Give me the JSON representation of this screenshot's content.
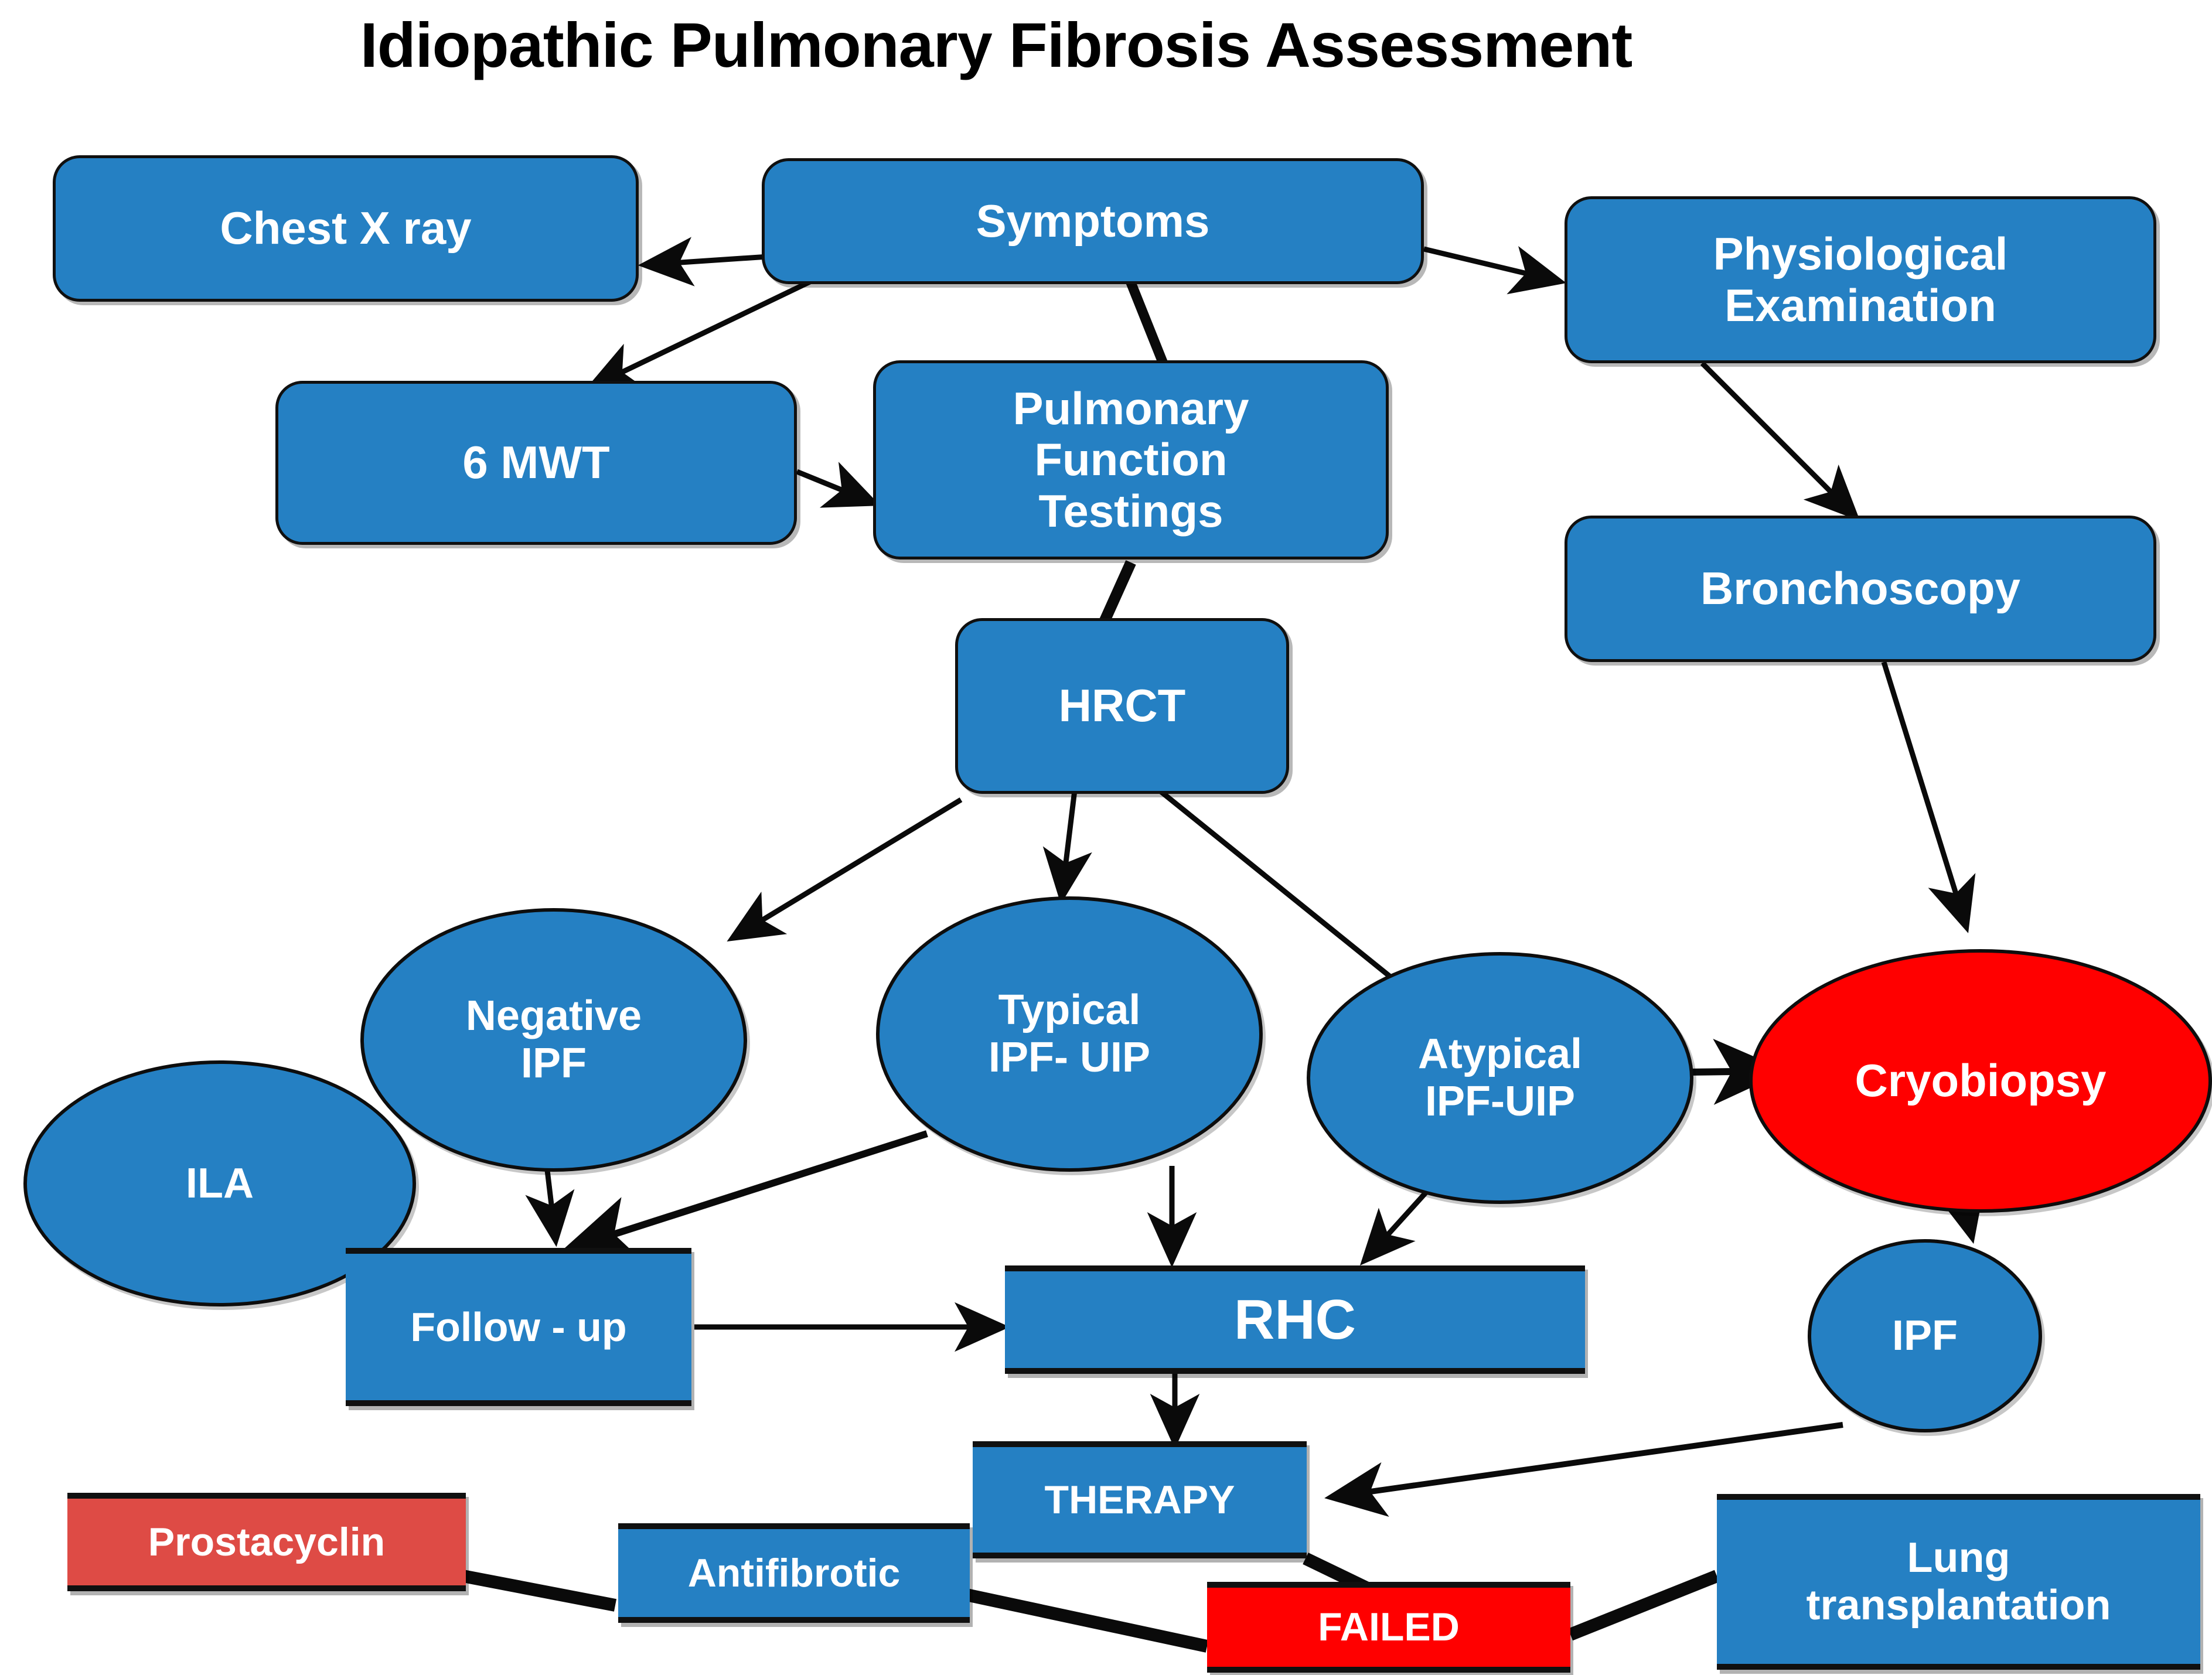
{
  "title": "Idiopathic Pulmonary Fibrosis Assessment",
  "colors": {
    "node_blue": "#2580C3",
    "node_red_bright": "#FF0000",
    "node_red_muted": "#DE4B45",
    "node_text": "#FFFFFF",
    "outline": "#101010",
    "title_text": "#000000",
    "background": "#FFFFFF"
  },
  "chart_data": {
    "type": "diagram",
    "title": "Idiopathic Pulmonary Fibrosis Assessment",
    "nodes": [
      {
        "id": "chest_xray",
        "label": "Chest X ray",
        "shape": "rounded-rect",
        "color": "#2580C3"
      },
      {
        "id": "symptoms",
        "label": "Symptoms",
        "shape": "rounded-rect",
        "color": "#2580C3"
      },
      {
        "id": "phys_exam",
        "label": "Physiological\nExamination",
        "shape": "rounded-rect",
        "color": "#2580C3"
      },
      {
        "id": "mwt6",
        "label": "6 MWT",
        "shape": "rounded-rect",
        "color": "#2580C3"
      },
      {
        "id": "pft",
        "label": "Pulmonary\nFunction\nTestings",
        "shape": "rounded-rect",
        "color": "#2580C3"
      },
      {
        "id": "bronchoscopy",
        "label": "Bronchoscopy",
        "shape": "rounded-rect",
        "color": "#2580C3"
      },
      {
        "id": "hrct",
        "label": "HRCT",
        "shape": "rounded-rect",
        "color": "#2580C3"
      },
      {
        "id": "negative_ipf",
        "label": "Negative\nIPF",
        "shape": "ellipse",
        "color": "#2580C3"
      },
      {
        "id": "ila",
        "label": "ILA",
        "shape": "ellipse",
        "color": "#2580C3"
      },
      {
        "id": "typical",
        "label": "Typical\nIPF- UIP",
        "shape": "ellipse",
        "color": "#2580C3"
      },
      {
        "id": "atypical",
        "label": "Atypical\nIPF-UIP",
        "shape": "ellipse",
        "color": "#2580C3"
      },
      {
        "id": "cryobiopsy",
        "label": "Cryobiopsy",
        "shape": "ellipse",
        "color": "#FF0000"
      },
      {
        "id": "followup",
        "label": "Follow - up",
        "shape": "rect",
        "color": "#2580C3"
      },
      {
        "id": "rhc",
        "label": "RHC",
        "shape": "rect",
        "color": "#2580C3"
      },
      {
        "id": "ipf",
        "label": "IPF",
        "shape": "ellipse",
        "color": "#2580C3"
      },
      {
        "id": "therapy",
        "label": "THERAPY",
        "shape": "rect",
        "color": "#2580C3"
      },
      {
        "id": "prostacyclin",
        "label": "Prostacyclin",
        "shape": "rect",
        "color": "#DE4B45"
      },
      {
        "id": "antifibrotic",
        "label": "Antifibrotic",
        "shape": "rect",
        "color": "#2580C3"
      },
      {
        "id": "failed",
        "label": "FAILED",
        "shape": "rect",
        "color": "#FF0000"
      },
      {
        "id": "lung_tx",
        "label": "Lung\ntransplantation",
        "shape": "rect",
        "color": "#2580C3"
      }
    ],
    "edges": [
      {
        "from": "symptoms",
        "to": "chest_xray",
        "style": "arrow"
      },
      {
        "from": "symptoms",
        "to": "phys_exam",
        "style": "arrow"
      },
      {
        "from": "symptoms",
        "to": "mwt6",
        "style": "arrow"
      },
      {
        "from": "symptoms",
        "to": "pft",
        "style": "line-thick"
      },
      {
        "from": "mwt6",
        "to": "pft",
        "style": "arrow"
      },
      {
        "from": "phys_exam",
        "to": "bronchoscopy",
        "style": "arrow"
      },
      {
        "from": "pft",
        "to": "hrct",
        "style": "line-thick"
      },
      {
        "from": "bronchoscopy",
        "to": "cryobiopsy",
        "style": "arrow"
      },
      {
        "from": "hrct",
        "to": "negative_ipf",
        "style": "arrow"
      },
      {
        "from": "hrct",
        "to": "typical",
        "style": "arrow"
      },
      {
        "from": "hrct",
        "to": "atypical",
        "style": "arrow"
      },
      {
        "from": "negative_ipf",
        "to": "followup",
        "style": "arrow"
      },
      {
        "from": "typical",
        "to": "followup",
        "style": "arrow"
      },
      {
        "from": "typical",
        "to": "rhc",
        "style": "arrow"
      },
      {
        "from": "atypical",
        "to": "cryobiopsy",
        "style": "arrow"
      },
      {
        "from": "atypical",
        "to": "rhc",
        "style": "arrow"
      },
      {
        "from": "followup",
        "to": "rhc",
        "style": "arrow"
      },
      {
        "from": "cryobiopsy",
        "to": "ipf",
        "style": "arrow"
      },
      {
        "from": "rhc",
        "to": "therapy",
        "style": "arrow"
      },
      {
        "from": "ipf",
        "to": "therapy",
        "style": "arrow"
      },
      {
        "from": "therapy",
        "to": "failed",
        "style": "line-thick"
      },
      {
        "from": "prostacyclin",
        "to": "antifibrotic",
        "style": "line-thick"
      },
      {
        "from": "antifibrotic",
        "to": "failed",
        "style": "line-thick"
      },
      {
        "from": "failed",
        "to": "lung_tx",
        "style": "line-thick"
      }
    ]
  },
  "nodes": {
    "chest_xray": {
      "label": "Chest X ray"
    },
    "symptoms": {
      "label": "Symptoms"
    },
    "phys_exam": {
      "line1": "Physiological",
      "line2": "Examination"
    },
    "mwt6": {
      "label": "6 MWT"
    },
    "pft": {
      "line1": "Pulmonary",
      "line2": "Function",
      "line3": "Testings"
    },
    "bronchoscopy": {
      "label": "Bronchoscopy"
    },
    "hrct": {
      "label": "HRCT"
    },
    "negative_ipf": {
      "line1": "Negative",
      "line2": "IPF"
    },
    "ila": {
      "label": "ILA"
    },
    "typical": {
      "line1": "Typical",
      "line2": "IPF- UIP"
    },
    "atypical": {
      "line1": "Atypical",
      "line2": "IPF-UIP"
    },
    "cryobiopsy": {
      "label": "Cryobiopsy"
    },
    "followup": {
      "label": "Follow - up"
    },
    "rhc": {
      "label": "RHC"
    },
    "ipf": {
      "label": "IPF"
    },
    "therapy": {
      "label": "THERAPY"
    },
    "prostacyclin": {
      "label": "Prostacyclin"
    },
    "antifibrotic": {
      "label": "Antifibrotic"
    },
    "failed": {
      "label": "FAILED"
    },
    "lung_tx": {
      "line1": "Lung",
      "line2": "transplantation"
    }
  }
}
